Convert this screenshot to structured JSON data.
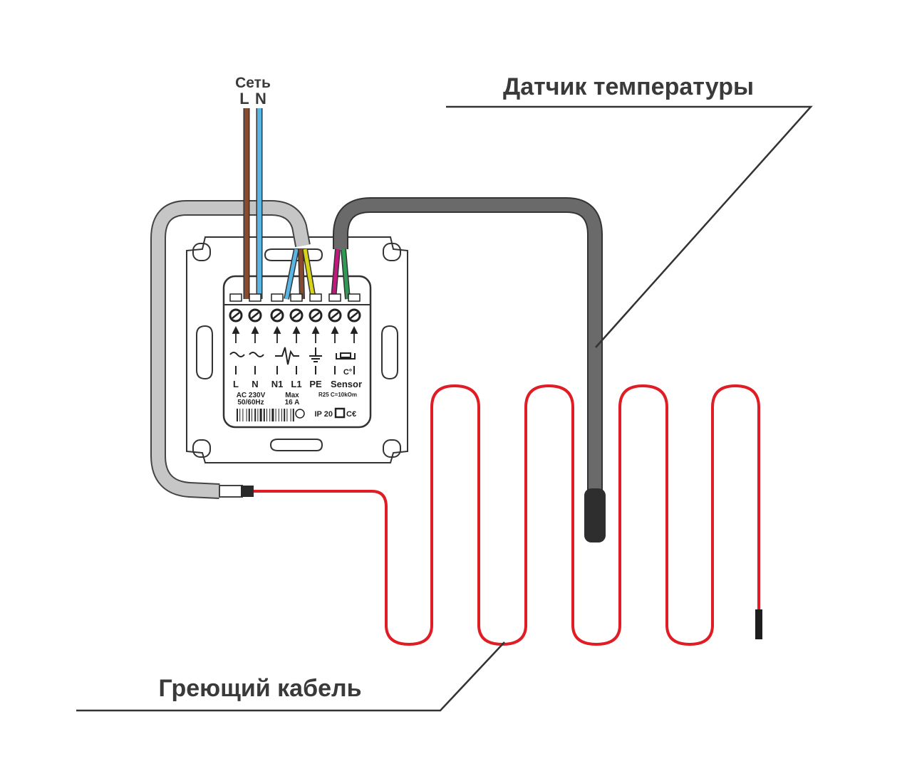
{
  "labels": {
    "mains": "Сеть",
    "mains_L": "L",
    "mains_N": "N",
    "sensor_label": "Датчик температуры",
    "cable_label": "Греющий кабель"
  },
  "device": {
    "terminals": [
      "L",
      "N",
      "N1",
      "L1",
      "PE",
      "Sensor"
    ],
    "spec_voltage": "AC 230V",
    "spec_freq": "50/60Hz",
    "spec_max": "Max",
    "spec_current": "16 A",
    "sensor_spec": "R25 C=10kOm",
    "sensor_unit": "C°",
    "ip_rating": "IP 20",
    "ce_mark": "C€"
  },
  "colors": {
    "wire_brown": "#8a4a2e",
    "wire_blue": "#57b6e3",
    "wire_yellow": "#d8d418",
    "wire_green": "#2f9a55",
    "wire_magenta": "#c0187d",
    "heating_cable": "#e01c24",
    "mains_sheath": "#c6c6c6",
    "sensor_sheath": "#6a6a6a",
    "sensor_tip": "#2e2e2e"
  }
}
